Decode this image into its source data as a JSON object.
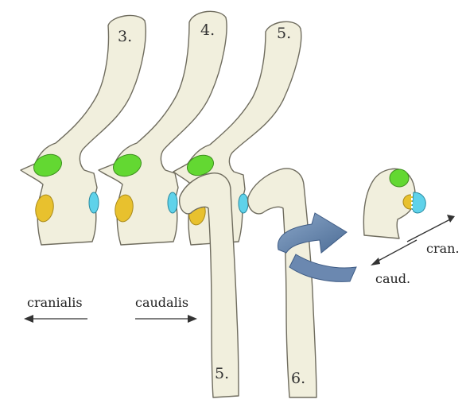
{
  "vertebra_numbers": [
    "3.",
    "4.",
    "5."
  ],
  "rib_numbers": [
    "5.",
    "6."
  ],
  "labels": {
    "left_direction": "cranialis",
    "right_direction": "caudalis",
    "inset_cran": "cran.",
    "inset_caud": "caud."
  },
  "colors": {
    "bone": "#f1efdd",
    "cranial_facet": "#63d832",
    "rib_head_facet": "#e8c12e",
    "caudal_facet": "#5fd2ea",
    "rotation_arrow": "#5f7fa8"
  }
}
